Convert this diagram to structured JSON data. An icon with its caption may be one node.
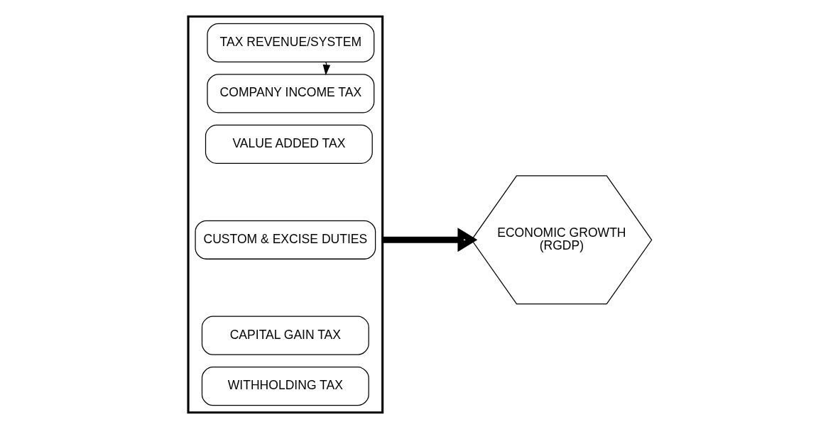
{
  "diagram": {
    "nodes": [
      {
        "text": [],
        "shape": "arrow"
      },
      {
        "text": [
          "TAX REVENUE/SYSTEM"
        ],
        "in": 0
      },
      {
        "text": [
          "COMPANY INCOME TAX"
        ],
        "in": 0
      },
      {
        "text": [
          "VALUE ADDED TAX"
        ],
        "in": 0
      },
      {
        "text": [
          "CUSTOM & EXCISE DUTIES"
        ],
        "in": 0
      },
      {
        "text": [
          "CAPITAL GAIN TAX"
        ],
        "in": 0
      },
      {
        "text": [
          "WITHHOLDING TAX"
        ],
        "in": 0
      },
      {
        "text": [
          "ECONOMIC GROWTH",
          "(RGDP)"
        ]
      }
    ],
    "edges": [
      {
        "from": 1,
        "to": 2,
        "arrow": "to"
      },
      {
        "from": 0,
        "to": 7,
        "arrow": "to",
        "style": "thick"
      }
    ]
  }
}
